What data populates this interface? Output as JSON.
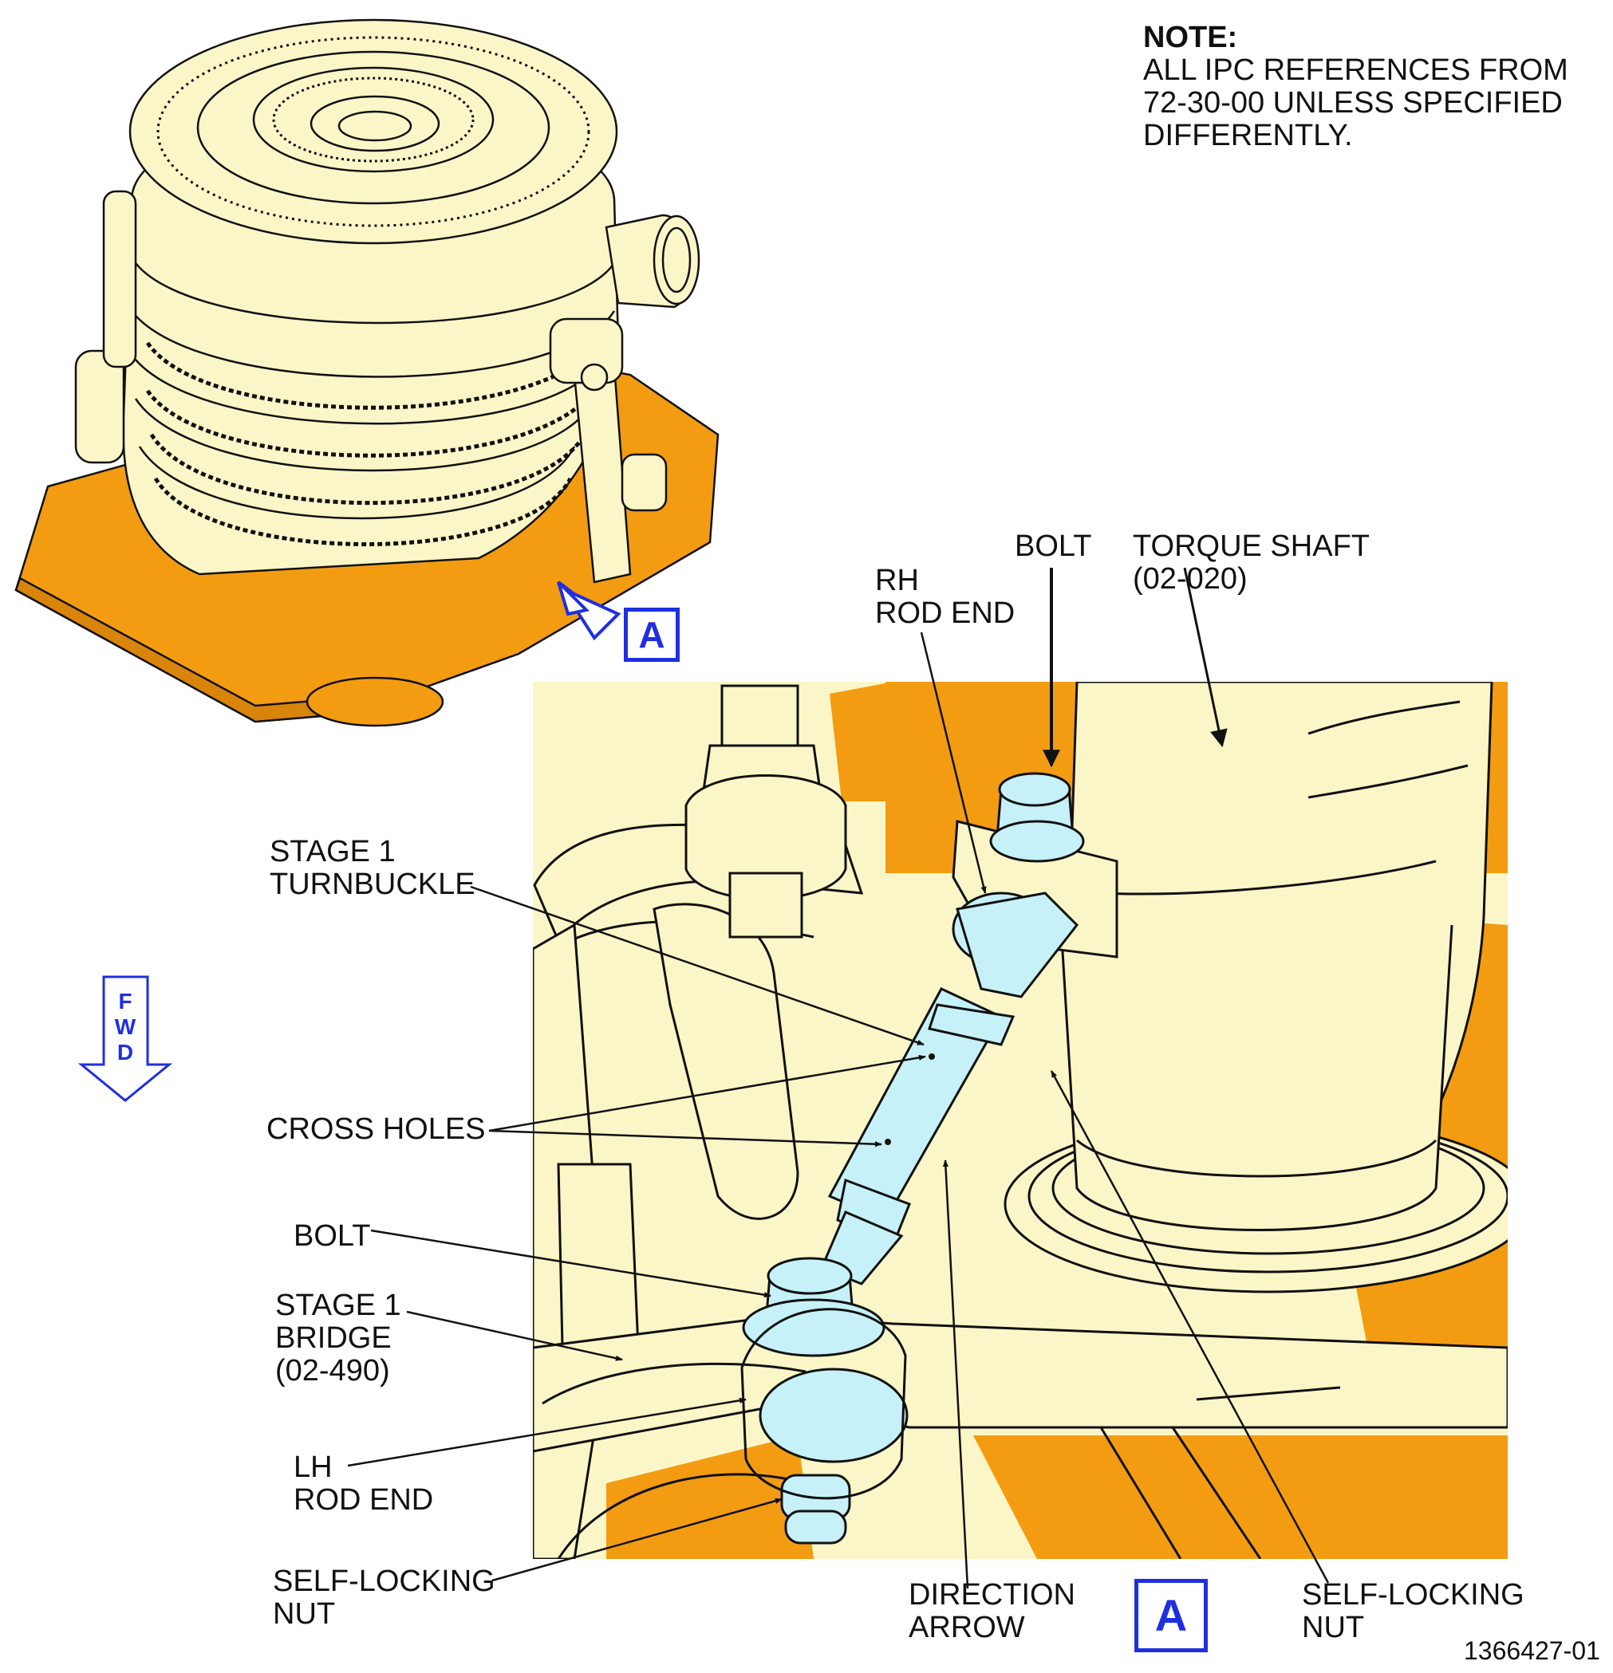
{
  "note": {
    "heading": "NOTE:",
    "lines": [
      "ALL IPC REFERENCES FROM",
      "72-30-00 UNLESS SPECIFIED",
      "DIFFERENTLY."
    ]
  },
  "view_label": "A",
  "fwd_letters": [
    "F",
    "W",
    "D"
  ],
  "labels": {
    "bolt_top": [
      "BOLT"
    ],
    "torque_shaft": [
      "TORQUE SHAFT",
      "(02-020)"
    ],
    "rh_rod_end": [
      "RH",
      "ROD END"
    ],
    "stage1_turnbuckle": [
      "STAGE 1",
      "TURNBUCKLE"
    ],
    "cross_holes": [
      "CROSS HOLES"
    ],
    "bolt_lower": [
      "BOLT"
    ],
    "stage1_bridge": [
      "STAGE 1",
      "BRIDGE",
      "(02-490)"
    ],
    "lh_rod_end": [
      "LH",
      "ROD END"
    ],
    "self_locking_nut_left": [
      "SELF-LOCKING",
      "NUT"
    ],
    "direction_arrow": [
      "DIRECTION",
      "ARROW"
    ],
    "self_locking_nut_right": [
      "SELF-LOCKING",
      "NUT"
    ]
  },
  "figure_number": "1366427-01",
  "colors": {
    "part_fill": "#FBF6C7",
    "fixture_orange": "#F39C12",
    "highlight_cyan": "#C6F1F8",
    "view_blue": "#1F2FE0",
    "line": "#111111"
  }
}
